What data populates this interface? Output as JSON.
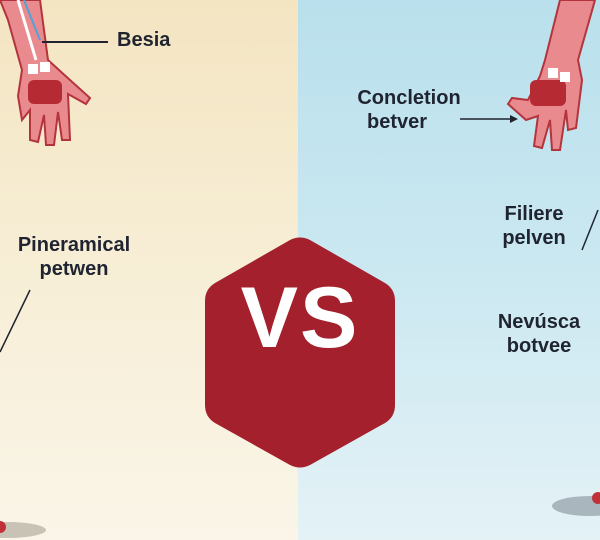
{
  "center_badge": {
    "text": "VS",
    "color": "#a3202c"
  },
  "left_panel": {
    "background": "#f5e7c6",
    "labels": [
      {
        "line1": "Besia"
      },
      {
        "line1": "Pineramical",
        "line2": "petwen"
      }
    ]
  },
  "right_panel": {
    "background": "#c4e5ef",
    "labels": [
      {
        "line1": "Concletion",
        "line2": "betver"
      },
      {
        "line1": "Filiere",
        "line2": "pelven"
      },
      {
        "line1": "Nevúsca",
        "line2": "botvee"
      }
    ]
  }
}
